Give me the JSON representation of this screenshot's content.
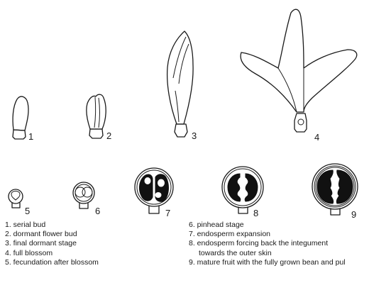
{
  "stage_numbers": [
    "1",
    "2",
    "3",
    "4",
    "5",
    "6",
    "7",
    "8",
    "9"
  ],
  "legend_left": [
    "1. serial bud",
    "2. dormant flower bud",
    "3. final dormant stage",
    "4. full blossom",
    "5. fecundation after blossom"
  ],
  "legend_right": [
    "6. pinhead stage",
    "7. endosperm expansion",
    "8. endosperm forcing back the integument",
    "towards the outer skin",
    "9. mature fruit with the fully grown bean and pul"
  ]
}
